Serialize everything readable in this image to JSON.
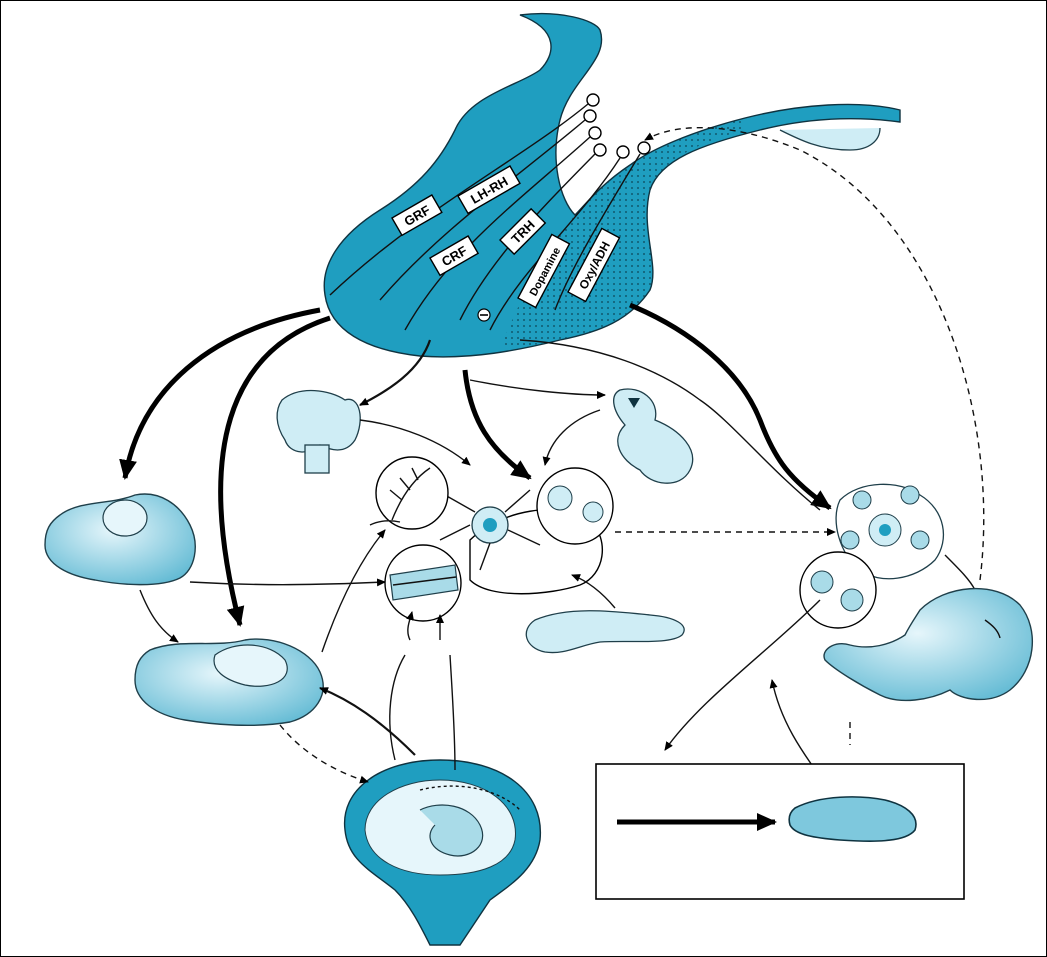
{
  "labels": {
    "grf": "GRF",
    "lhrh": "LH-RH",
    "crf": "CRF",
    "trh": "TRH",
    "dopamine": "Dopamine",
    "oxy_adh": "Oxy/ADH",
    "inhibit_symbol": "⊖"
  },
  "colors": {
    "hypothalamus": "#1f9ec0",
    "organ_fill": "#a9dbe8",
    "organ_light": "#cfedf5",
    "ink": "#111111"
  }
}
